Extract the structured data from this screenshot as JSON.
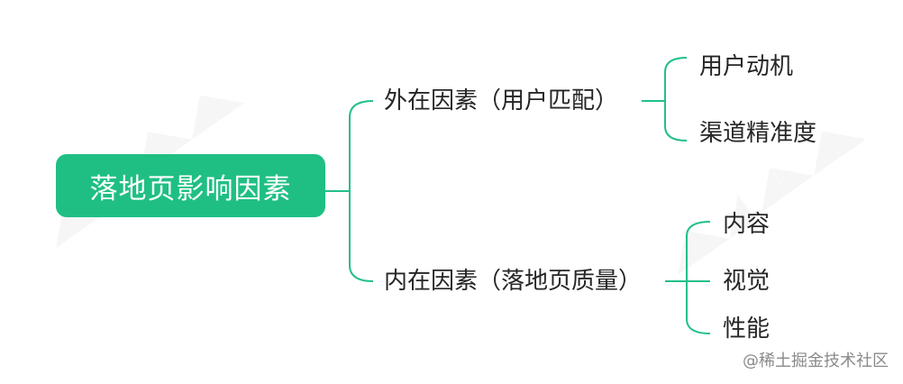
{
  "colors": {
    "accent": "#1fbf83",
    "line": "#21c088",
    "text": "#262626",
    "watermark": "#8a8a8a"
  },
  "root": {
    "label": "落地页影响因素"
  },
  "branches": [
    {
      "label": "外在因素（用户匹配）",
      "children": [
        {
          "label": "用户动机"
        },
        {
          "label": "渠道精准度"
        }
      ]
    },
    {
      "label": "内在因素（落地页质量）",
      "children": [
        {
          "label": "内容"
        },
        {
          "label": "视觉"
        },
        {
          "label": "性能"
        }
      ]
    }
  ],
  "watermark": {
    "text": "@稀土掘金技术社区"
  }
}
